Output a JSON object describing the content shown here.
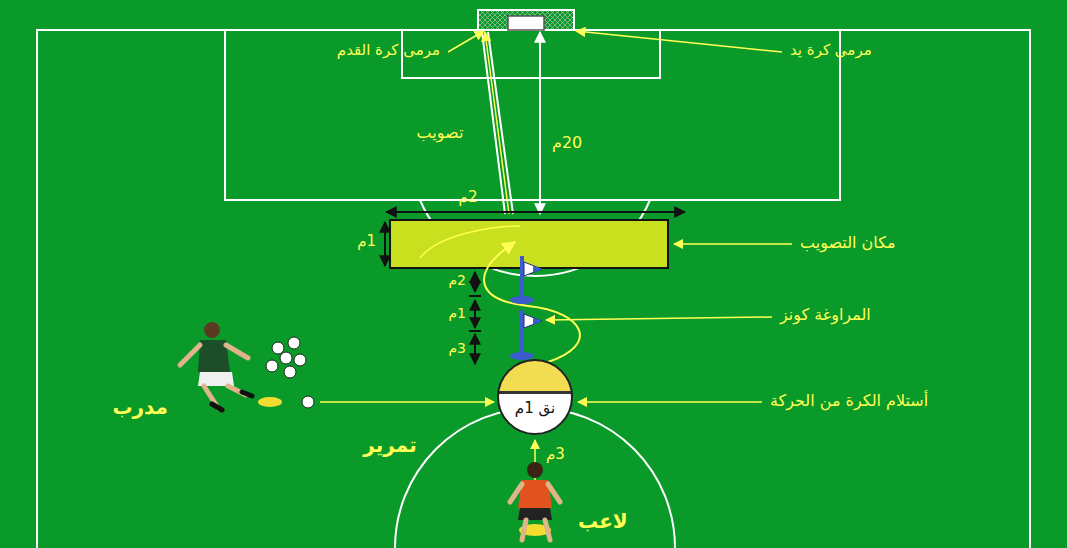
{
  "diagram": {
    "nodes": [
      {
        "text": [
          "نق 1م"
        ]
      }
    ],
    "labels": [
      "مرمى كرة القدم",
      "مرمى كرة يد",
      "تصويب",
      "20م",
      "2م",
      "1م",
      "مكان التصويب",
      "2م",
      "1م",
      "3م",
      "المراوغة كونز",
      "مدرب",
      "أستلام الكرة من الحركة",
      "تمرير",
      "3م",
      "لاعب"
    ]
  }
}
